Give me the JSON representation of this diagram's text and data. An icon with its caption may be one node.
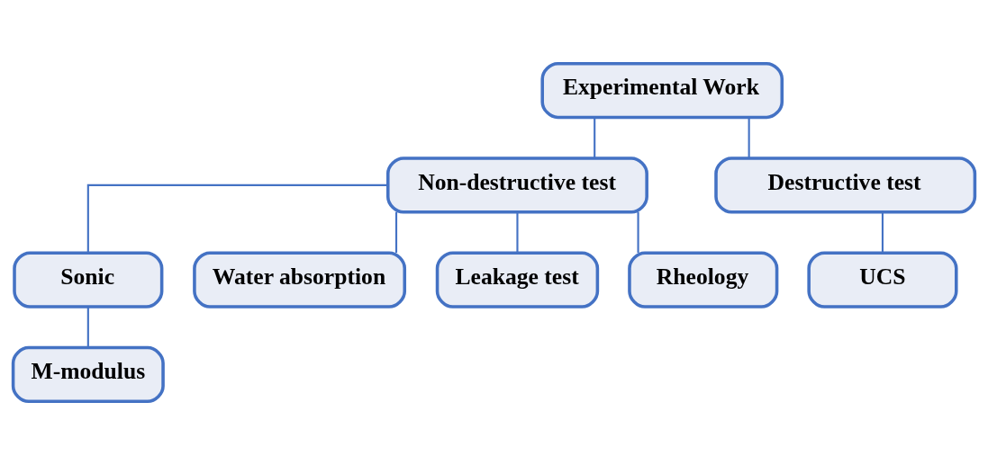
{
  "diagram": {
    "nodes": [
      {
        "text": [
          "Experimental Work"
        ]
      },
      {
        "text": [
          "Non-destructive test"
        ]
      },
      {
        "text": [
          "Destructive test"
        ]
      },
      {
        "text": [
          "Sonic"
        ]
      },
      {
        "text": [
          "Water absorption"
        ]
      },
      {
        "text": [
          "Leakage test"
        ]
      },
      {
        "text": [
          "Rheology"
        ]
      },
      {
        "text": [
          "UCS"
        ]
      },
      {
        "text": [
          "M-modulus"
        ]
      }
    ],
    "edges": [
      {
        "from": 0,
        "to": 1,
        "arrow": "none"
      },
      {
        "from": 0,
        "to": 2,
        "arrow": "none"
      },
      {
        "from": 1,
        "to": 3,
        "arrow": "none"
      },
      {
        "from": 1,
        "to": 4,
        "arrow": "none"
      },
      {
        "from": 1,
        "to": 5,
        "arrow": "none"
      },
      {
        "from": 1,
        "to": 6,
        "arrow": "none"
      },
      {
        "from": 2,
        "to": 7,
        "arrow": "none"
      },
      {
        "from": 3,
        "to": 8,
        "arrow": "none"
      }
    ]
  }
}
